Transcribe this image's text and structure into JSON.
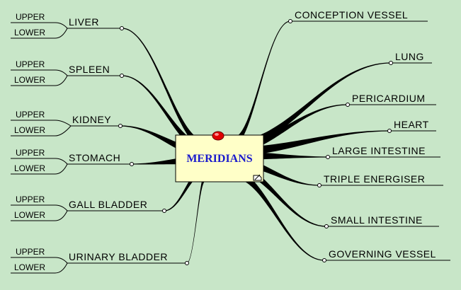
{
  "colors": {
    "background": "#c8e6c8",
    "center_fill": "#ffffc8",
    "center_text": "#1a1acd",
    "marker": "#e00000",
    "line": "#000000"
  },
  "center": {
    "label": "MERIDIANS"
  },
  "left_branches": [
    {
      "label": "LIVER",
      "sub": [
        "UPPER",
        "LOWER"
      ]
    },
    {
      "label": "SPLEEN",
      "sub": [
        "UPPER",
        "LOWER"
      ]
    },
    {
      "label": "KIDNEY",
      "sub": [
        "UPPER",
        "LOWER"
      ]
    },
    {
      "label": "STOMACH",
      "sub": [
        "UPPER",
        "LOWER"
      ]
    },
    {
      "label": "GALL  BLADDER",
      "sub": [
        "UPPER",
        "LOWER"
      ]
    },
    {
      "label": "URINARY  BLADDER",
      "sub": [
        "UPPER",
        "LOWER"
      ]
    }
  ],
  "right_branches": [
    {
      "label": "CONCEPTION  VESSEL"
    },
    {
      "label": "LUNG"
    },
    {
      "label": "PERICARDIUM"
    },
    {
      "label": "HEART"
    },
    {
      "label": "LARGE  INTESTINE"
    },
    {
      "label": "TRIPLE  ENERGISER"
    },
    {
      "label": "SMALL  INTESTINE"
    },
    {
      "label": "GOVERNING  VESSEL"
    }
  ]
}
